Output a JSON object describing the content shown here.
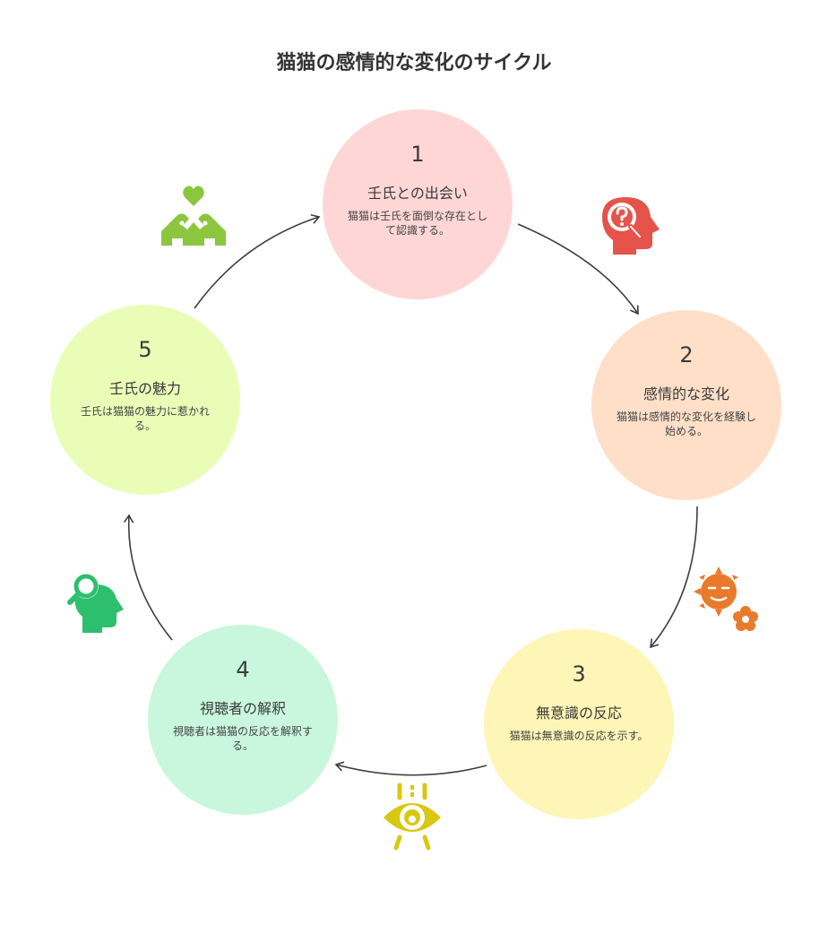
{
  "title": "猫猫の感情的な変化のサイクル",
  "steps": [
    {
      "number": "1",
      "heading": "壬氏との出会い",
      "description": "猫猫は壬氏を面倒な存在として認識する。",
      "color": "#ffd6d6"
    },
    {
      "number": "2",
      "heading": "感情的な変化",
      "description": "猫猫は感情的な変化を経験し始める。",
      "color": "#ffdfc8"
    },
    {
      "number": "3",
      "heading": "無意識の反応",
      "description": "猫猫は無意識の反応を示す。",
      "color": "#fdf6b6"
    },
    {
      "number": "4",
      "heading": "視聴者の解釈",
      "description": "視聴者は猫猫の反応を解釈する。",
      "color": "#c9f7dd"
    },
    {
      "number": "5",
      "heading": "壬氏の魅力",
      "description": "壬氏は猫猫の魅力に惹かれる。",
      "color": "#eafdb7"
    }
  ],
  "icons": [
    {
      "name": "question-head-icon",
      "color": "#e5534b"
    },
    {
      "name": "sun-flower-icon",
      "color": "#e97a2c"
    },
    {
      "name": "eye-icon",
      "color": "#d9c812"
    },
    {
      "name": "search-head-icon",
      "color": "#2ebf6e"
    },
    {
      "name": "hands-heart-icon",
      "color": "#8cc63f"
    }
  ]
}
